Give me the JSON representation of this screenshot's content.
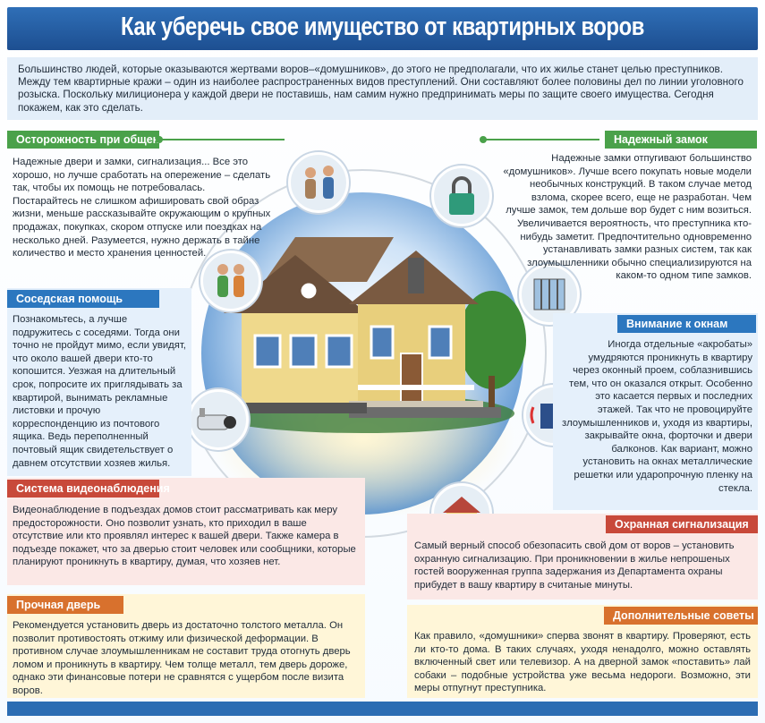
{
  "title": "Как уберечь свое имущество от квартирных воров",
  "intro": "Большинство людей, которые оказываются жертвами воров–«домушников», до этого не предполагали, что их жилье станет целью преступников. Между тем квартирные кражи – один из наиболее распространенных видов преступлений. Они составляют более половины дел по линии уголовного розыска. Поскольку милиционера у каждой двери не поставишь, нам самим нужно предпринимать меры по защите своего имущества. Сегодня покажем, как это сделать.",
  "sections": {
    "caution": {
      "label": "Осторожность при общении",
      "text": "Надежные двери и замки, сигнализация... Все это хорошо, но лучше сработать на опережение – сделать так, чтобы их помощь не потребовалась. Постарайтесь не слишком афишировать свой образ жизни, меньше рассказывайте окружающим о крупных продажах, покупках, скором отпуске или поездках на несколько дней. Разумеется, нужно держать в тайне количество и место хранения ценностей."
    },
    "neighbors": {
      "label": "Соседская помощь",
      "text": "Познакомьтесь, а лучше подружитесь с соседями. Тогда они точно не пройдут мимо, если увидят, что около вашей двери кто-то копошится. Уезжая на длительный срок, попросите их приглядывать за квартирой, вынимать рекламные листовки и прочую корреспонденцию из почтового ящика. Ведь переполненный почтовый ящик свидетельствует о давнем отсутствии хозяев жилья."
    },
    "video": {
      "label": "Система видеонаблюдения",
      "text": "Видеонаблюдение в подъездах домов стоит рассматривать как меру предосторожности. Оно позволит узнать, кто приходил в ваше отсутствие или кто проявлял интерес к вашей двери. Также камера в подъезде покажет, что за дверью стоит человек или сообщники, которые планируют проникнуть в квартиру, думая, что хозяев нет."
    },
    "door": {
      "label": "Прочная дверь",
      "text": "Рекомендуется установить дверь из достаточно толстого металла. Он позволит противостоять отжиму или физической деформации. В противном случае злоумышленникам не составит труда отогнуть дверь ломом и проникнуть в квартиру. Чем толще металл, тем дверь дороже, однако эти финансовые потери не сравнятся с ущербом после визита воров."
    },
    "lock": {
      "label": "Надежный замок",
      "text": "Надежные замки отпугивают большинство «домушников». Лучше всего покупать новые модели необычных конструкций. В таком случае метод взлома, скорее всего, еще не разработан. Чем лучше замок, тем дольше вор будет с ним возиться. Увеличивается вероятность, что преступника кто-нибудь заметит. Предпочтительно одновременно устанавливать замки разных систем, так как злоумышленники обычно специализируются на каком-то одном типе замков."
    },
    "windows": {
      "label": "Внимание к окнам",
      "text": "Иногда отдельные «акробаты» умудряются проникнуть в квартиру через оконный проем, соблазнившись тем, что он оказался открыт. Особенно это касается первых и последних этажей. Так что не провоцируйте злоумышленников и, уходя из квартиры, закрывайте окна, форточки и двери балконов. Как вариант, можно установить на окнах металлические решетки или ударопрочную пленку на стекла."
    },
    "alarm": {
      "label": "Охранная сигнализация",
      "text": "Самый верный способ обезопасить свой дом от воров – установить охранную сигнализацию. При проникновении в жилье непрошеных гостей вооруженная группа задержания из Департамента охраны прибудет в вашу квартиру в считаные минуты."
    },
    "tips": {
      "label": "Дополнительные советы",
      "text": "Как правило, «домушники» сперва звонят в квартиру. Проверяют, есть ли кто-то дома. В таких случаях, уходя ненадолго, можно оставлять включенный свет или телевизор. А на дверной замок «поставить» лай собаки – подобные устройства уже весьма недороги. Возможно, эти меры отпугнут преступника."
    }
  },
  "colors": {
    "title_blue": "#2f6fb7",
    "green": "#4aa14a",
    "blue": "#2c77bf",
    "red": "#c8493a",
    "orange": "#d8712d"
  }
}
